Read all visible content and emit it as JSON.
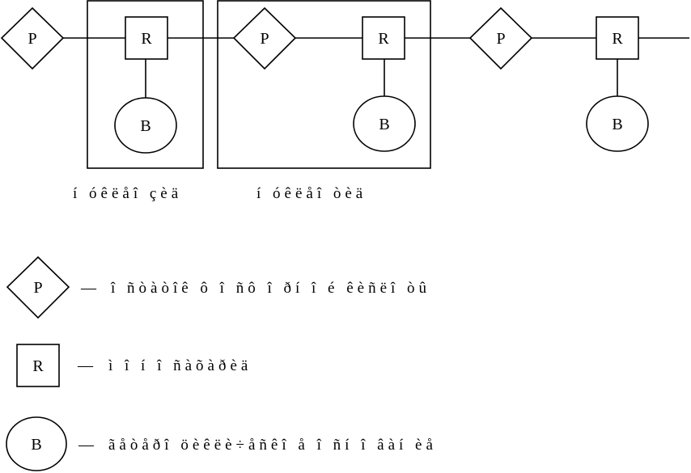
{
  "diagram": {
    "symbols": {
      "P": "P",
      "R": "R",
      "B": "B"
    },
    "group_labels": {
      "left": "í óêëåî çèä",
      "right": "í óêëåî òèä"
    }
  },
  "legend": {
    "dash": "—",
    "p_text": "î ñòàòîê ô î ñô î ðí î é êèñëî òû",
    "r_text": "ì î í î ñàõàðèä",
    "b_text": "ãåòåðî öèêëè÷åñêî å î ñí î âàí èå"
  }
}
